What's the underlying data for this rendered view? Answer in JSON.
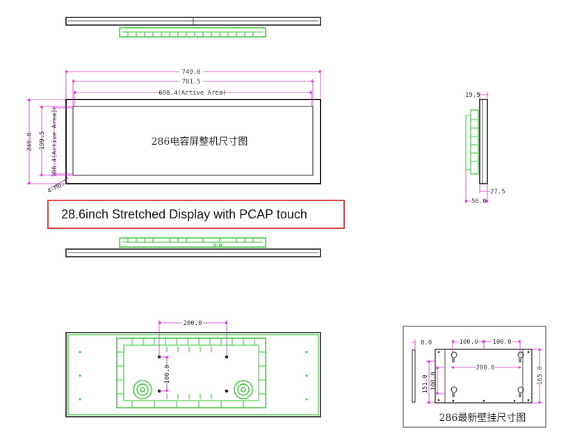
{
  "banner": {
    "text": "28.6inch Stretched Display with PCAP touch",
    "border_color": "#d9413f"
  },
  "front_view": {
    "center_label": "286电容屏整机尺寸图",
    "dims": {
      "overall_width": "749.0",
      "bezel_width": "701.5",
      "active_width": "698.4(Active Area)",
      "overall_height": "246.0",
      "bezel_height": "199.5",
      "active_height": "196.4(Active Area)",
      "mount_holes": "4-M6.2"
    }
  },
  "side_view": {
    "dims": {
      "top_thickness": "19.5",
      "glass_offset": "27.5",
      "total_depth": "56.0"
    }
  },
  "rear_view": {
    "dims": {
      "hole_spacing_h": "200.0",
      "hole_spacing_v": "100.0"
    }
  },
  "wall_mount": {
    "title": "286最新壁挂尺寸图",
    "dims": {
      "plate_thickness": "8.0",
      "left_spacing": "100.0",
      "right_spacing": "100.0",
      "center_spacing": "200.0",
      "left_height_outer": "151.0",
      "left_height_inner": "100.0",
      "right_height": "165.0"
    }
  },
  "colors": {
    "dimension_line": "#d02ad0",
    "outline": "#1a1a1a",
    "pcb_trace": "#2fc12f"
  }
}
